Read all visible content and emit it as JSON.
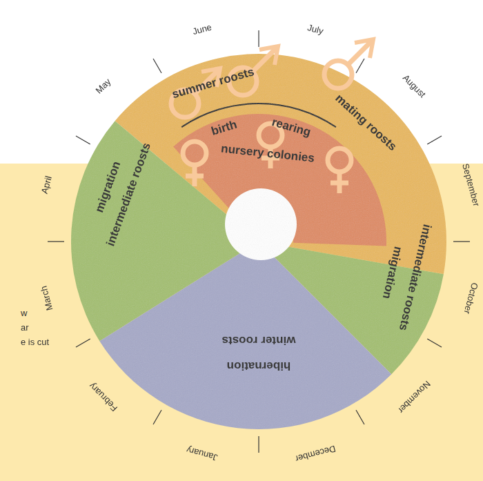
{
  "diagram": {
    "labels": [
      "January",
      "February",
      "March",
      "April",
      "May",
      "June",
      "July",
      "August",
      "September",
      "October",
      "November",
      "December",
      "summer roosts",
      "mating roosts",
      "birth",
      "rearing",
      "nursery colonies",
      "migration",
      "intermediate roosts",
      "migration",
      "intermediate roosts",
      "hibernation",
      "winter roosts",
      "w",
      "ar",
      "e is cut"
    ]
  }
}
